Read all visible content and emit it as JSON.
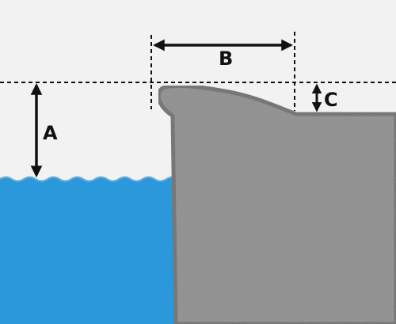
{
  "labels": {
    "a": "A",
    "b": "B",
    "c": "C"
  },
  "colors": {
    "background": "#f2f2f2",
    "water": "#2a98db",
    "water_crest": "#5ab6ea",
    "wall_fill": "#8e8e8e",
    "wall_outline": "#6e6e6e",
    "line": "#111111"
  }
}
